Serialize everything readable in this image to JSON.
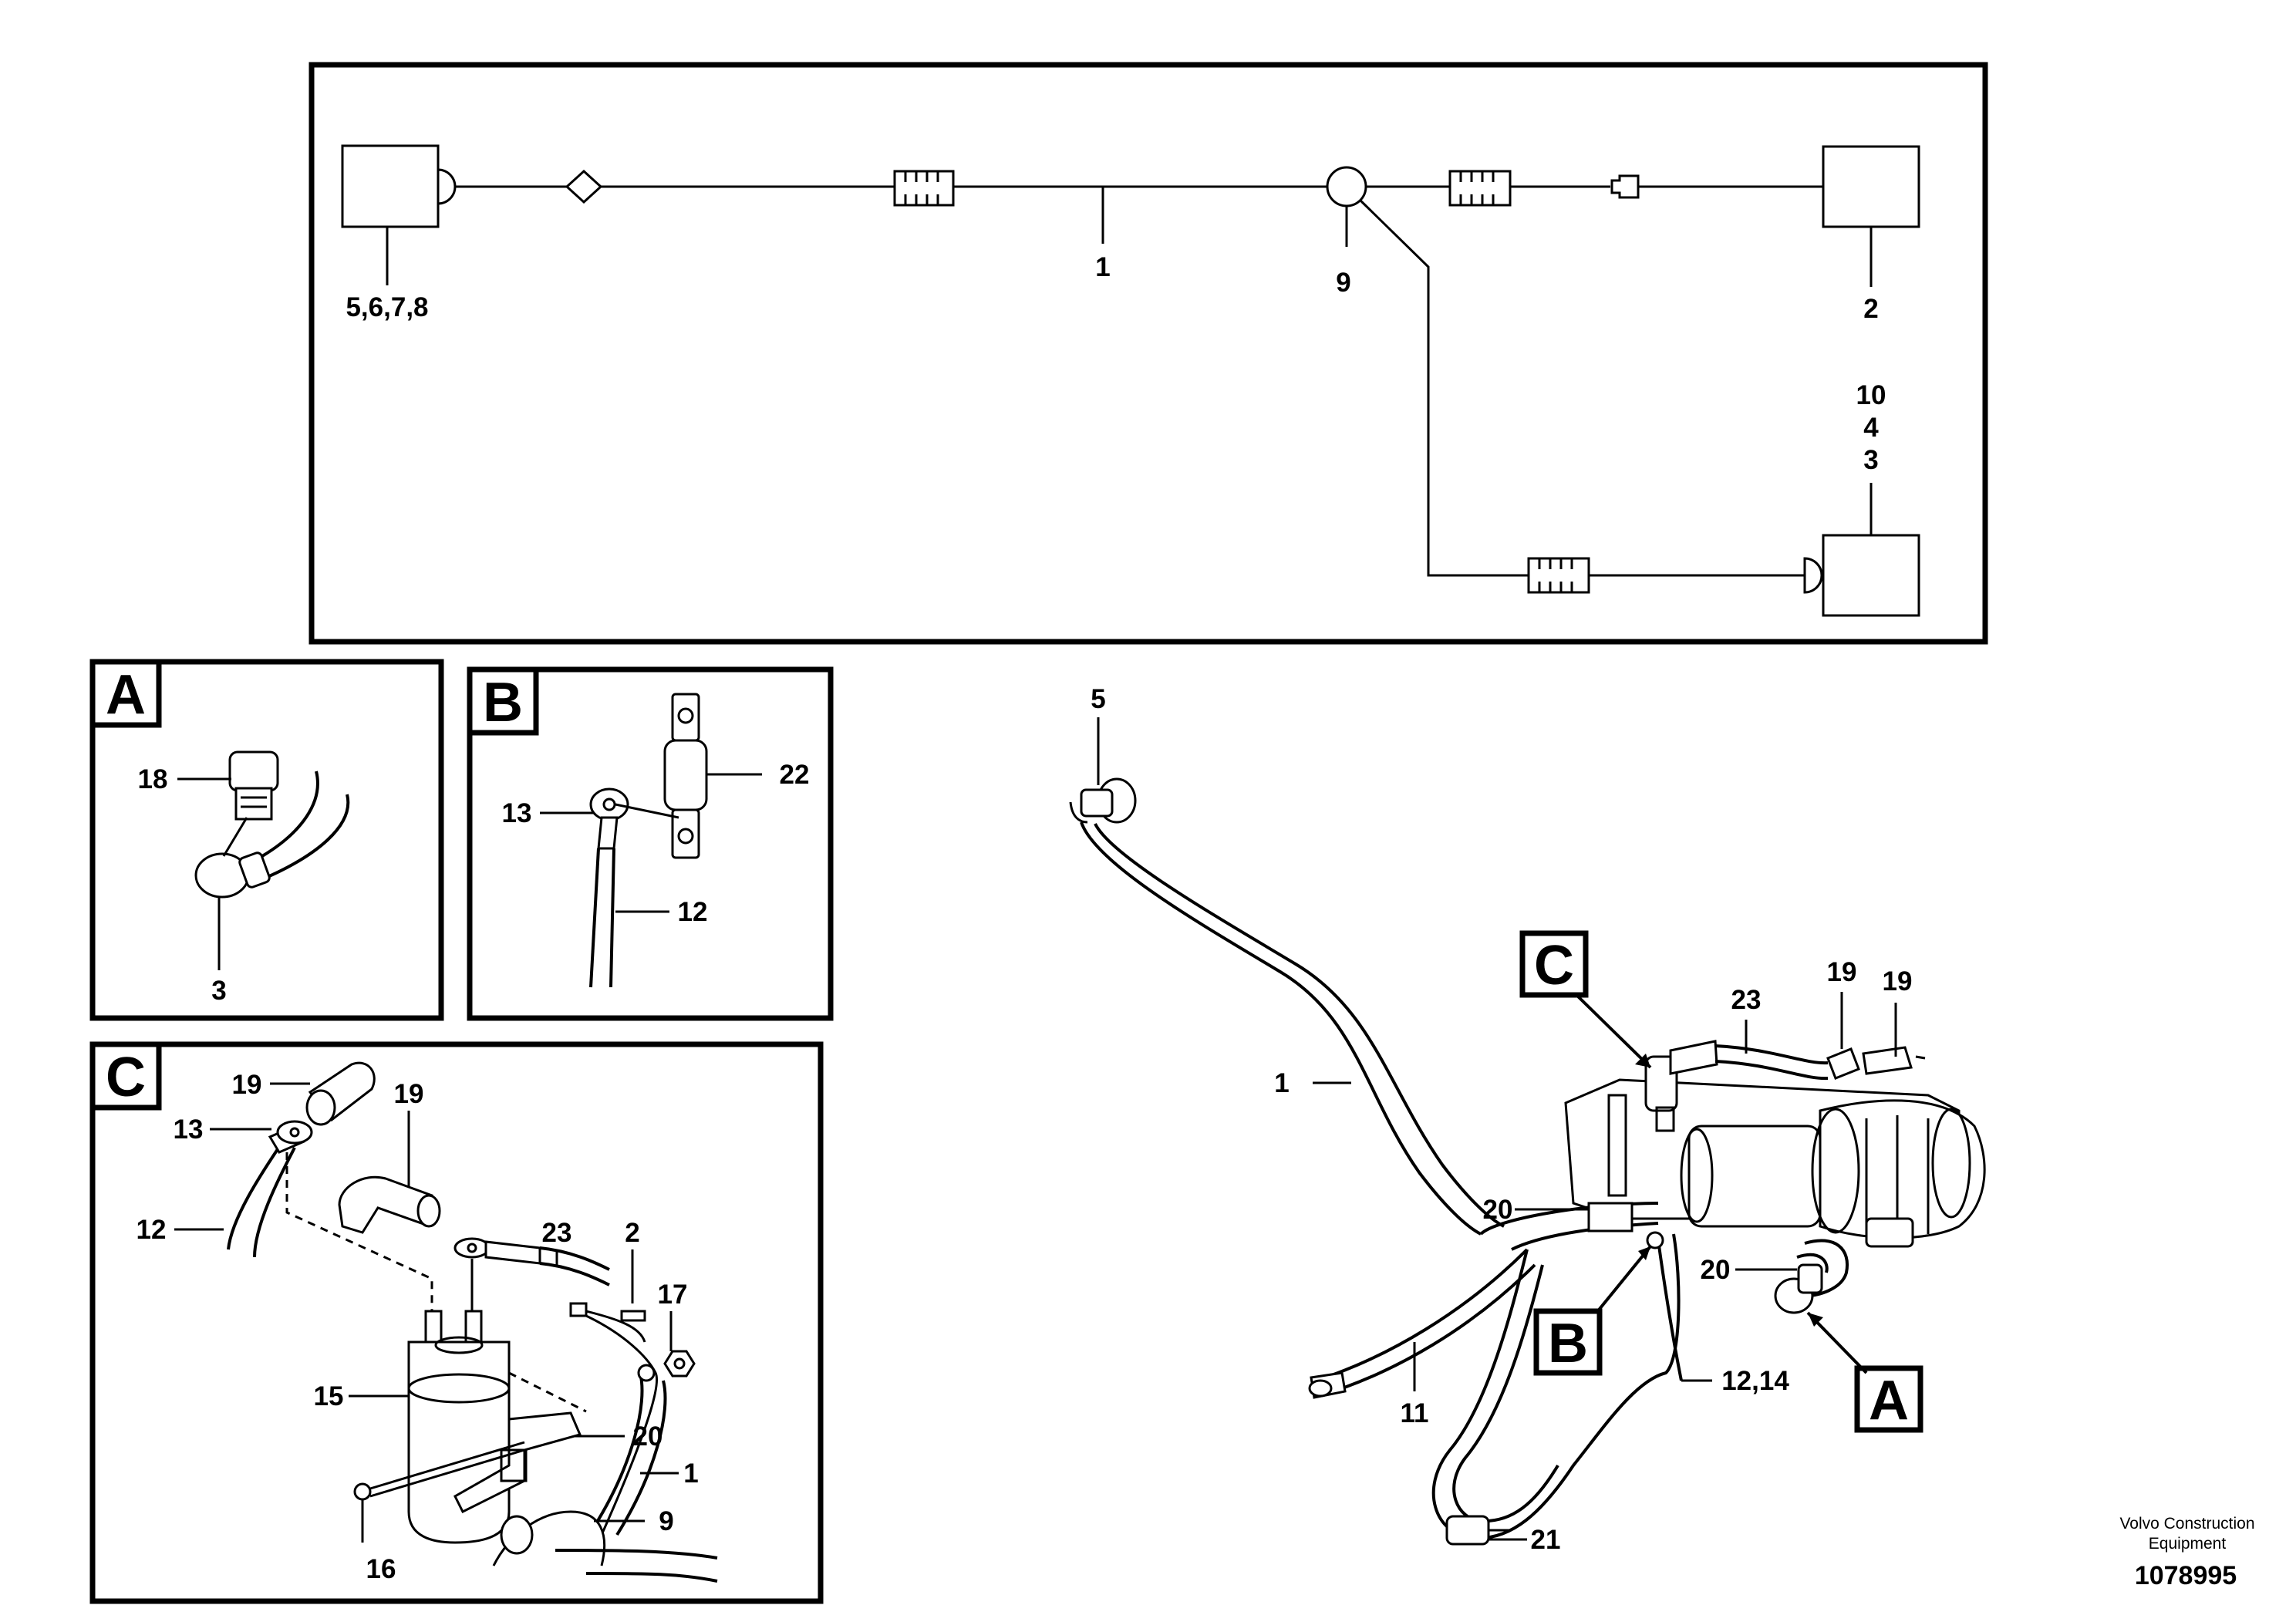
{
  "schematic": {
    "labels": {
      "left_box": "5,6,7,8",
      "harness": "1",
      "splice": "9",
      "right_top_box": "2",
      "right_bottom_box_line1": "10",
      "right_bottom_box_line2": "4",
      "right_bottom_box_line3": "3"
    }
  },
  "detail_a": {
    "title": "A",
    "labels": {
      "sensor": "18",
      "connector": "3"
    }
  },
  "detail_b": {
    "title": "B",
    "labels": {
      "terminal": "13",
      "fuse": "22",
      "cable": "12"
    }
  },
  "detail_c": {
    "title": "C",
    "labels": {
      "cap_top": "19",
      "cap_mid": "19",
      "terminal": "13",
      "cable": "12",
      "cable_23": "23",
      "wire_2": "2",
      "nut": "17",
      "relay": "15",
      "bracket": "20",
      "harness": "1",
      "splice": "9",
      "screw": "16"
    }
  },
  "overview": {
    "labels": {
      "connector_5": "5",
      "harness_1": "1",
      "callout_c": "C",
      "cable_23": "23",
      "cap_19a": "19",
      "cap_19b": "19",
      "clip_20a": "20",
      "clip_20b": "20",
      "callout_b": "B",
      "cable_11": "11",
      "cable_12_14": "12,14",
      "callout_a": "A",
      "clip_21": "21"
    }
  },
  "footer": {
    "brand_line1": "Volvo Construction",
    "brand_line2": "Equipment",
    "doc_number": "1078995"
  }
}
